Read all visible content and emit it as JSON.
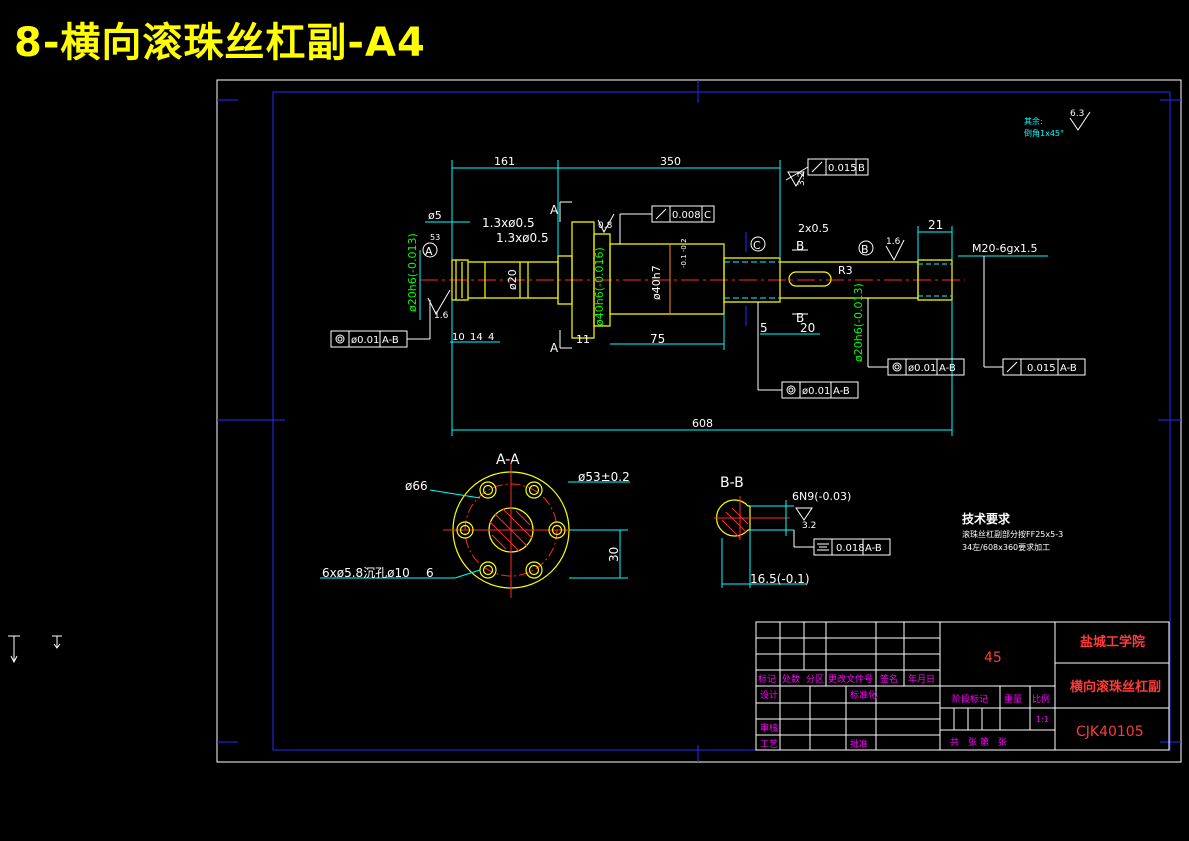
{
  "title": "8-横向滚珠丝杠副-A4",
  "dims": {
    "d161": "161",
    "d350": "350",
    "d608": "608",
    "d75": "75",
    "d21": "21",
    "d20": "20",
    "d5": "5",
    "d11": "11",
    "d10": "10",
    "d14": "14",
    "d4": "4",
    "d_phi5": "ø5",
    "d53": "53",
    "chamfer1": "1.3xø0.5",
    "chamfer2": "1.3xø0.5",
    "chamfer3": "2x0.5",
    "phi20h6_left": "ø20h6(-0.013)",
    "phi20_inner": "ø20",
    "phi40h6": "ø40h6(-0.016)",
    "phi40h7": "ø40h7",
    "phi40h7_tol": "-0.1 -0.2",
    "phi20h6_right": "ø20h6(-0.013)",
    "r3": "R3",
    "thread": "M20-6gx1.5",
    "phi66": "ø66",
    "phi53": "ø53±0.2",
    "d30": "30",
    "holes": "6xø5.8沉孔ø10",
    "holes_depth": "6",
    "keyway": "6N9(-0.03)",
    "d16_5": "16.5(-0.1)"
  },
  "rough": {
    "r16a": "1.6",
    "r16b": "1.6",
    "r08": "0.8",
    "r32a": "3.2",
    "r32b": "3.2",
    "r63": "6.3"
  },
  "gdt": {
    "runout1": "0.015",
    "runout1_ref": "B",
    "runout2": "0.008",
    "runout2_ref": "C",
    "conc1": "ø0.01",
    "conc1_ref": "A-B",
    "conc2": "ø0.01",
    "conc2_ref": "A-B",
    "conc3": "ø0.01",
    "conc3_ref": "A-B",
    "runout3": "0.015",
    "runout3_ref": "A-B",
    "sym": "0.018",
    "sym_ref": "A-B"
  },
  "datums": {
    "a": "A",
    "b": "B",
    "c": "C"
  },
  "sections": {
    "aa_title": "A-A",
    "bb_title": "B-B",
    "cut_a_top": "A",
    "cut_a_bottom": "A",
    "cut_b_top": "B",
    "cut_b_bottom": "B"
  },
  "notes": {
    "rest_label": "其余:",
    "rest_chamfer": "倒角1x45°",
    "tech_title": "技术要求",
    "tech_line1": "滚珠丝杠副部分按FF25x5-3",
    "tech_line2": "34左/608x360要求加工"
  },
  "title_block": {
    "school": "盐城工学院",
    "part_name": "横向滚珠丝杠副",
    "material": "45",
    "drawing_no": "CJK40105",
    "scale": "1:1",
    "headers": [
      "标记",
      "处数",
      "分区",
      "更改文件号",
      "签名",
      "年月日"
    ],
    "design": "设计",
    "standard": "标准化",
    "check": "审核",
    "process": "工艺",
    "approve": "批准",
    "stage_mark": "阶段标记",
    "weight": "重量",
    "ratio": "比例",
    "sheets": "共　张 第　张"
  }
}
